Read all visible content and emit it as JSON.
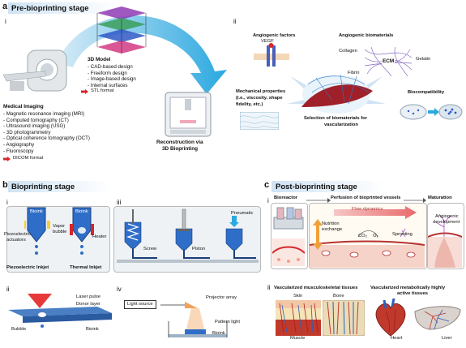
{
  "panels": {
    "a": "a",
    "b": "b",
    "c": "c"
  },
  "stages": {
    "pre": "Pre-bioprinting stage",
    "bio": "Bioprinting stage",
    "post": "Post-bioprinting stage"
  },
  "roman": {
    "a_i": "i",
    "a_ii": "ii",
    "b_i": "i",
    "b_ii": "ii",
    "b_iii": "iii",
    "b_iv": "iv",
    "c_i": "i",
    "c_ii": "ii"
  },
  "model3d": {
    "title": "3D Model",
    "items": [
      "CAD-based design",
      "Freeform design",
      "Image-based design",
      "Internal surfaces",
      "STL format"
    ]
  },
  "medical_imaging": {
    "title": "Medical Imaging",
    "items": [
      "Magnetic resonance imaging (MRI)",
      "Computed tomography (CT)",
      "Ultrasound imaging (USG)",
      "3D photogrammetry",
      "Optical coherence tomography (OCT)",
      "Angiography",
      "Fluoroscopy",
      "DICOM format"
    ]
  },
  "reconstruction": {
    "line1": "Reconstruction via",
    "line2": "3D Bioprinting"
  },
  "biomaterials": {
    "angiogenic_factors": "Angiogenic factors",
    "vegf": "VEGF",
    "angiogenic_biomaterials": "Angiogenic biomaterials",
    "collagen": "Collagen",
    "ecm": "ECM",
    "gelatin": "Gelatin",
    "fibrin": "Fibrin",
    "mechanical": {
      "l1": "Mechanical properties",
      "l2": "(i.e., viscosity, shape",
      "l3": "fidelity, etc.)"
    },
    "biocompatibility": "Biocompatibility",
    "selection": {
      "l1": "Selection of biomaterials for",
      "l2": "vascularization"
    }
  },
  "inkjet": {
    "bioink": "Bioink",
    "piezo": {
      "l1": "Piezoelectric",
      "l2": "actuators"
    },
    "vapor": {
      "l1": "Vapor",
      "l2": "bubble"
    },
    "heater": "Heater",
    "piezo_inkjet": "Piezoelectric Inkjet",
    "thermal_inkjet": "Thermal Inkjet"
  },
  "extrusion": {
    "screw": "Screw",
    "piston": "Piston",
    "pneumatic": "Pneumatic"
  },
  "laser": {
    "laser_pulse": "Laser pulse",
    "donor_layer": "Donor layer",
    "bubble": "Bubble",
    "bioink": "Bioink"
  },
  "light": {
    "light_source": "Light source",
    "projector_array": "Projector array",
    "pattern_light": "Pattern light",
    "bioink": "Bioink"
  },
  "post": {
    "bioreactor": "Bioreactor",
    "perfusion": "Perfusion of bioprinted vessels",
    "maturation": "Maturation",
    "flow_dynamics": "Flow dynamics",
    "nutrition": {
      "l1": "Nutrition",
      "l2": "exchange"
    },
    "co2": "CO₂",
    "o2": "O₂",
    "sprouting": "Sprouting",
    "angiogenic": {
      "l1": "Angiogenic",
      "l2": "development"
    }
  },
  "tissues": {
    "musculo": "Vascularized musculoskeletal tissues",
    "metabolic": {
      "l1": "Vascularized metabolically highly",
      "l2": "active tissues"
    },
    "skin": "Skin",
    "bone": "Bone",
    "muscle": "Muscle",
    "heart": "Heart",
    "liver": "Liver"
  },
  "colors": {
    "stage_band": "#cfe3f4",
    "arrow_blue": "#2aa8e0",
    "red_arrow": "#d7262b",
    "tissue_red": "#c0392b"
  }
}
